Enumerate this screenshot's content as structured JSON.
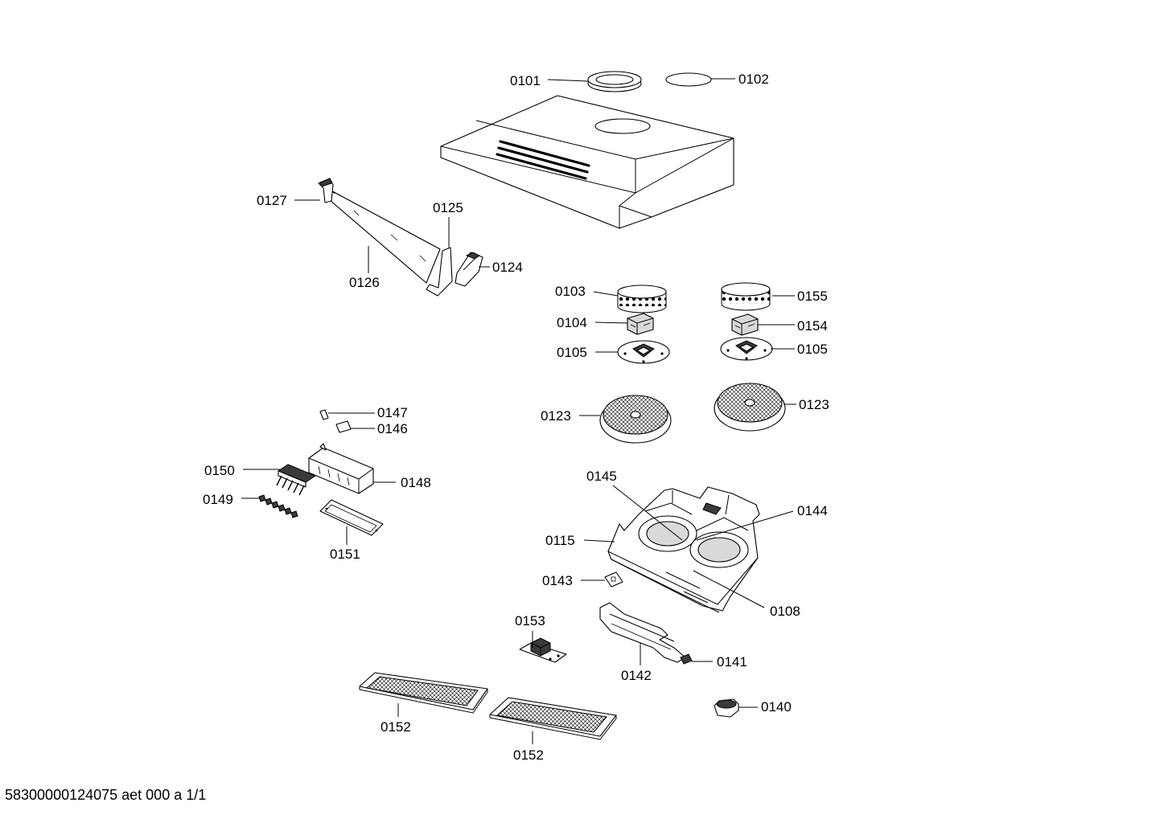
{
  "document_id": "58300000124075 aet 000 a 1/1",
  "part_labels": {
    "p0101": "0101",
    "p0102": "0102",
    "p0127": "0127",
    "p0125": "0125",
    "p0126": "0126",
    "p0124": "0124",
    "p0103": "0103",
    "p0155": "0155",
    "p0104": "0104",
    "p0154": "0154",
    "p0105a": "0105",
    "p0105b": "0105",
    "p0123a": "0123",
    "p0123b": "0123",
    "p0147": "0147",
    "p0146": "0146",
    "p0150": "0150",
    "p0148": "0148",
    "p0149": "0149",
    "p0151": "0151",
    "p0145": "0145",
    "p0144": "0144",
    "p0115": "0115",
    "p0143": "0143",
    "p0108": "0108",
    "p0153": "0153",
    "p0142": "0142",
    "p0141": "0141",
    "p0140": "0140",
    "p0152a": "0152",
    "p0152b": "0152"
  }
}
